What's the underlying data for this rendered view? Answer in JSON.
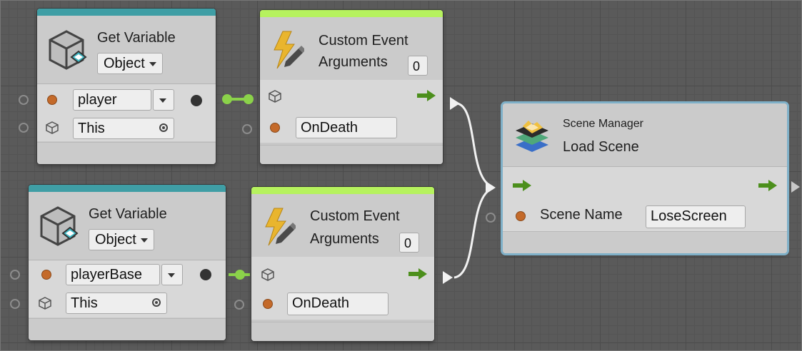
{
  "colors": {
    "get_variable_strip": "#3f9ea5",
    "custom_event_strip": "#b6f25e",
    "scene_manager_border": "#7fb0c8",
    "flow_arrow": "#4c8f1c",
    "value_port": "#c46a2a",
    "connector_green": "#8bd24a"
  },
  "nodes": {
    "getvar1": {
      "title": "Get Variable",
      "kind": "Object",
      "name_value": "player",
      "target_value": "This",
      "icon": "variable-cube-icon"
    },
    "getvar2": {
      "title": "Get Variable",
      "kind": "Object",
      "name_value": "playerBase",
      "target_value": "This",
      "icon": "variable-cube-icon"
    },
    "custom1": {
      "title": "Custom Event",
      "arguments_label": "Arguments",
      "arguments_value": "0",
      "event_name": "OnDeath",
      "icon": "lightning-pencil-icon"
    },
    "custom2": {
      "title": "Custom Event",
      "arguments_label": "Arguments",
      "arguments_value": "0",
      "event_name": "OnDeath",
      "icon": "lightning-pencil-icon"
    },
    "scene": {
      "category": "Scene Manager",
      "title": "Load Scene",
      "scene_name_label": "Scene Name",
      "scene_name_value": "LoseScreen",
      "icon": "layers-icon"
    }
  }
}
